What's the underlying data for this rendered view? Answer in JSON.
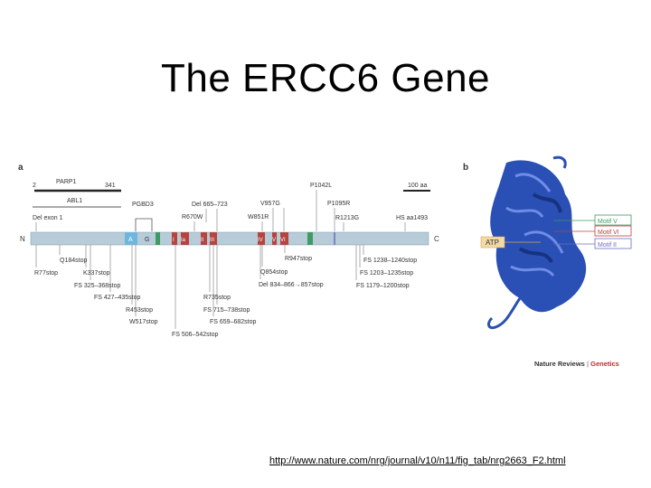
{
  "slide": {
    "title": "The ERCC6 Gene",
    "source_link": "http://www.nature.com/nrg/journal/v10/n11/fig_tab/nrg2663_F2.html"
  },
  "figure": {
    "panel_a_label": "a",
    "panel_b_label": "b",
    "n_terminus": "N",
    "c_terminus": "C",
    "parp1": {
      "label": "PARP1",
      "start": "2",
      "end": "341"
    },
    "abl1_label": "ABL1",
    "scale_label": "100 aa",
    "pgbd3_label": "PGBD3",
    "domains": [
      "A",
      "G",
      "I",
      "Ia",
      "II",
      "III",
      "IV",
      "V",
      "VI"
    ],
    "upper_mutations": [
      "Del exon 1",
      "Del 665–723",
      "R670W",
      "V957G",
      "W851R",
      "P1042L",
      "P1095R",
      "R1213G",
      "HS aa1493"
    ],
    "lower_mutations": [
      "Q184stop",
      "R77stop",
      "K337stop",
      "FS 325–368stop",
      "FS 427–435stop",
      "R453stop",
      "W517stop",
      "FS 506–542stop",
      "R735stop",
      "FS 715–738stop",
      "FS 659–682stop",
      "R947stop",
      "Q854stop",
      "Del 834–866→857stop",
      "FS 1238–1240stop",
      "FS 1203–1235stop",
      "FS 1179–1200stop"
    ],
    "structure_labels": {
      "atp": "ATP",
      "motif_v": "Motif V",
      "motif_vi": "Motif VI",
      "motif_ii": "Motif II"
    },
    "journal": {
      "name": "Nature Reviews",
      "section": "Genetics"
    },
    "colors": {
      "protein_bar": "#b7cbd8",
      "helicase_motif": "#b5433f",
      "domain_a": "#6fb6dd",
      "domain_green": "#3f9a63",
      "structure_blue": "#2a4fb5",
      "motif_v": "#3f9a63",
      "motif_vi": "#b5433f",
      "motif_ii": "#6a6cc0",
      "atp_box": "#f3d9a6",
      "journal_accent": "#c4262e"
    }
  }
}
